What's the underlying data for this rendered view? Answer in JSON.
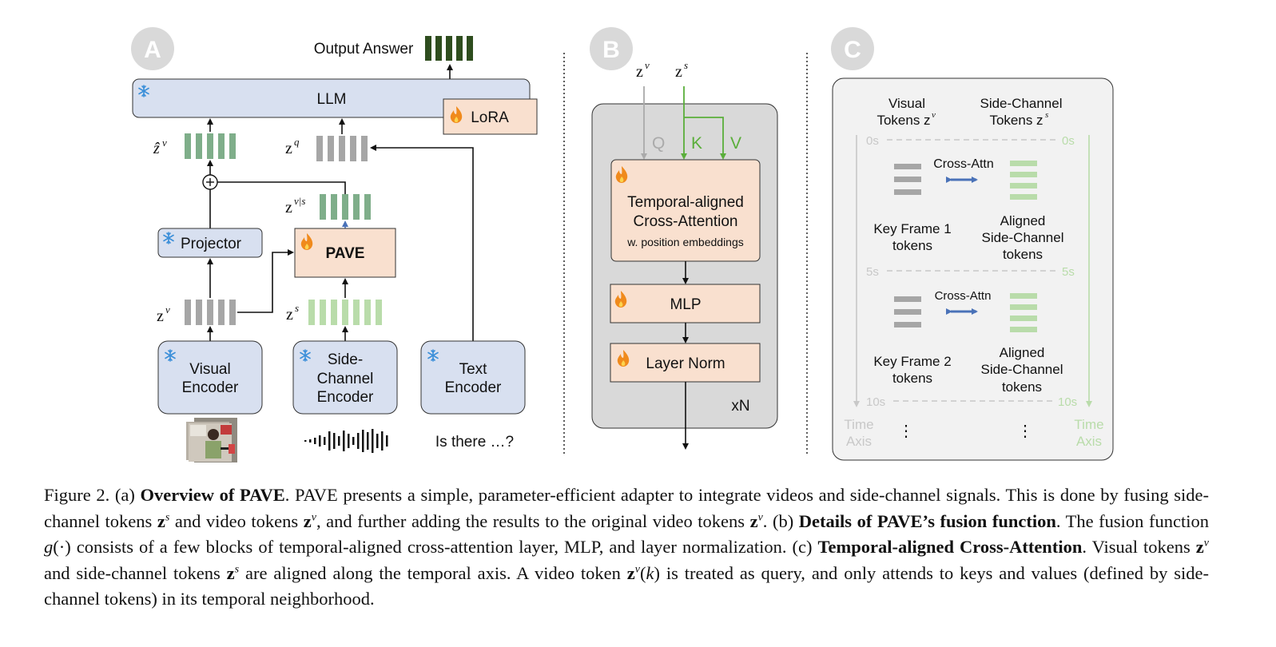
{
  "panelA": {
    "badge": "A",
    "output_answer": "Output Answer",
    "llm": "LLM",
    "lora": "LoRA",
    "zhat_v": "ẑ",
    "zhat_v_sup": "v",
    "z_q": "z",
    "z_q_sup": "q",
    "z_vs": "z",
    "z_vs_sup": "v|s",
    "projector": "Projector",
    "pave": "PAVE",
    "z_v": "z",
    "z_v_sup": "v",
    "z_s": "z",
    "z_s_sup": "s",
    "visual_encoder_l1": "Visual",
    "visual_encoder_l2": "Encoder",
    "side_encoder_l1": "Side-",
    "side_encoder_l2": "Channel",
    "side_encoder_l3": "Encoder",
    "text_encoder_l1": "Text",
    "text_encoder_l2": "Encoder",
    "text_input": "Is there …?"
  },
  "panelB": {
    "badge": "B",
    "z_v": "z",
    "z_v_sup": "v",
    "z_s": "z",
    "z_s_sup": "s",
    "q": "Q",
    "k": "K",
    "v": "V",
    "cross_attn_l1": "Temporal-aligned",
    "cross_attn_l2": "Cross-Attention",
    "cross_attn_sub": "w. position embeddings",
    "mlp": "MLP",
    "layer_norm": "Layer Norm",
    "repeat": "xN"
  },
  "panelC": {
    "badge": "C",
    "visual_l1": "Visual",
    "visual_l2": "Tokens z",
    "visual_sup": "v",
    "side_l1": "Side-Channel",
    "side_l2": "Tokens z",
    "side_sup": "s",
    "t0_left": "0s",
    "t0_right": "0s",
    "t5_left": "5s",
    "t5_right": "5s",
    "t10_left": "10s",
    "t10_right": "10s",
    "cross_attn_1": "Cross-Attn",
    "cross_attn_2": "Cross-Attn",
    "kf1_l1": "Key Frame 1",
    "kf1_l2": "tokens",
    "kf2_l1": "Key Frame 2",
    "kf2_l2": "tokens",
    "aligned1_l1": "Aligned",
    "aligned1_l2": "Side-Channel",
    "aligned1_l3": "tokens",
    "aligned2_l1": "Aligned",
    "aligned2_l2": "Side-Channel",
    "aligned2_l3": "tokens",
    "time_axis_left_l1": "Time",
    "time_axis_left_l2": "Axis",
    "time_axis_right_l1": "Time",
    "time_axis_right_l2": "Axis",
    "ellipsis_left": "⋮",
    "ellipsis_right": "⋮"
  },
  "caption": {
    "fig_label": "Figure 2. (a) ",
    "b1": "Overview of PAVE",
    "t1": ". PAVE presents a simple, parameter-efficient adapter to integrate videos and side-channel signals. This is done by fusing side-channel tokens ",
    "t2": " and video tokens ",
    "t3": ", and further adding the results to the original video tokens ",
    "t4": ". (b) ",
    "b2": "Details of PAVE’s fusion function",
    "t5": ". The fusion function ",
    "g": "g",
    "t6": "(·) consists of a few blocks of temporal-aligned cross-attention layer, MLP, and layer normalization. (c) ",
    "b3": "Temporal-aligned Cross-Attention",
    "t7": ". Visual tokens ",
    "t8": " and side-channel tokens ",
    "t9": " are aligned along the temporal axis. A video token ",
    "t10": "(",
    "k": "k",
    "t11": ") is treated as query, and only attends to keys and values (defined by side-channel tokens) in its temporal neighborhood.",
    "zs_base": "z",
    "zs_sup": "s",
    "zv_base": "z",
    "zv_sup": "v"
  },
  "colors": {
    "blue_box": "#d8e0f0",
    "peach_box": "#f9e0cf",
    "gray_token": "#a6a6a6",
    "green_token_dark": "#7fae8a",
    "green_token_light": "#b9dcaa",
    "output_token": "#2e4d1e",
    "badge": "#d9d9d9",
    "green_line": "#5aae3a"
  }
}
